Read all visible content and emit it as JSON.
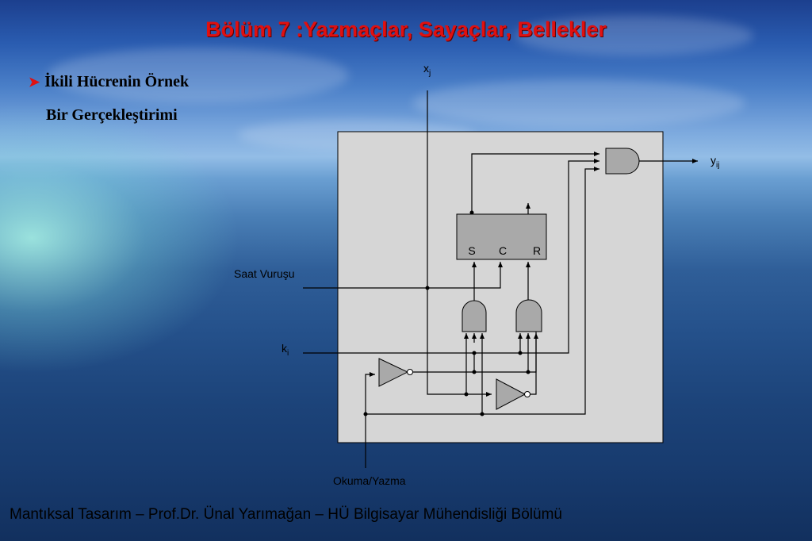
{
  "slide": {
    "title": "Bölüm 7 :Yazmaçlar, Sayaçlar, Bellekler",
    "bullet_line1": "İkili Hücrenin Örnek",
    "bullet_line2": "Bir Gerçekleştirimi",
    "footer": "Mantıksal Tasarım – Prof.Dr. Ünal Yarımağan – HÜ Bilgisayar Mühendisliği Bölümü"
  },
  "diagram": {
    "label_x_main": "x",
    "label_x_sub": "j",
    "label_y_main": "y",
    "label_y_sub": "ij",
    "label_k_main": "k",
    "label_k_sub": "i",
    "label_clock": "Saat Vuruşu",
    "label_rw": "Okuma/Yazma",
    "latch_s": "S",
    "latch_c": "C",
    "latch_r": "R"
  },
  "colors": {
    "title": "#e01010",
    "panel": "#d6d6d6",
    "gate": "#a9a9a9",
    "wire": "#000000"
  }
}
